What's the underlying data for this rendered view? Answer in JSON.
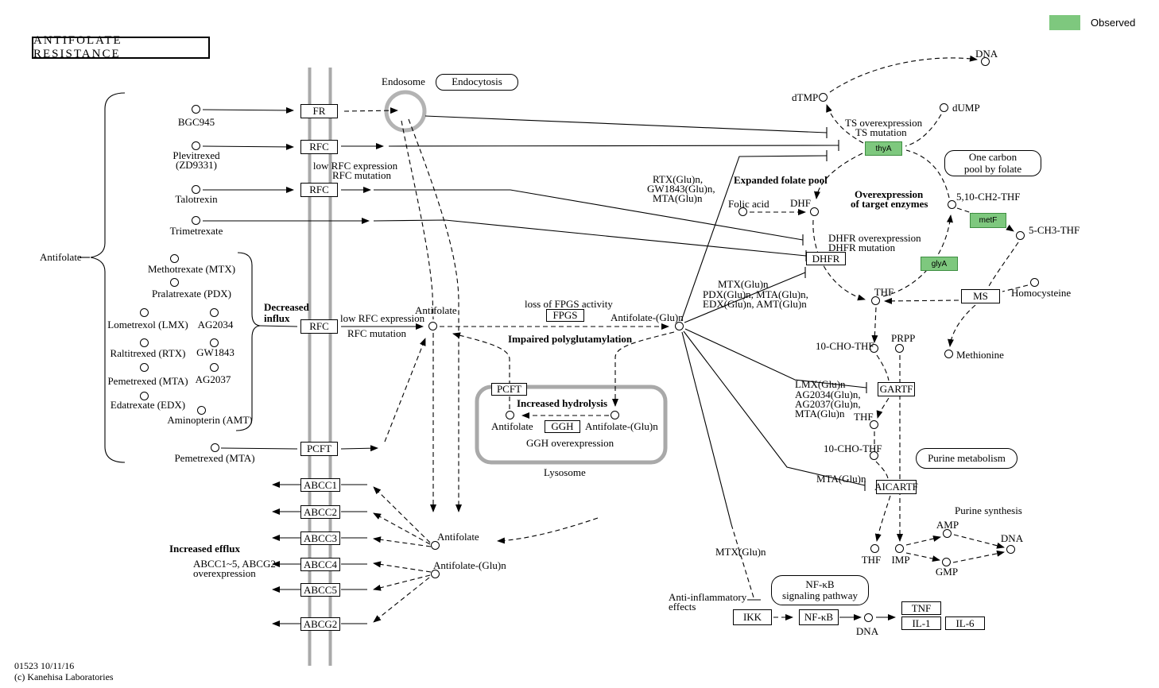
{
  "title": "ANTIFOLATE RESISTANCE",
  "legend": {
    "observed": "Observed"
  },
  "footer": {
    "line1": "01523 10/11/16",
    "line2": "(c) Kanehisa Laboratories"
  },
  "colors": {
    "observed_green": "#7ec87e",
    "membrane_gray": "#a9a9a9"
  },
  "pathways": {
    "endocytosis": "Endocytosis",
    "one_carbon_1": "One carbon",
    "one_carbon_2": "pool by folate",
    "purine_metabolism": "Purine metabolism",
    "nfkb_1": "NF-κB",
    "nfkb_2": "signaling pathway"
  },
  "genes": {
    "fr": "FR",
    "rfc": "RFC",
    "pcft": "PCFT",
    "abcc1": "ABCC1",
    "abcc2": "ABCC2",
    "abcc3": "ABCC3",
    "abcc4": "ABCC4",
    "abcc5": "ABCC5",
    "abcg2": "ABCG2",
    "fpgs": "FPGS",
    "ggh": "GGH",
    "dhfr": "DHFR",
    "gartf": "GARTF",
    "aicartf": "AICARTF",
    "ms": "MS",
    "thya": "thyA",
    "metf": "metF",
    "glya": "glyA",
    "ikk": "IKK",
    "nfkb": "NF-κB",
    "tnf": "TNF",
    "il1": "IL-1",
    "il6": "IL-6"
  },
  "drugs": {
    "bgc945": "BGC945",
    "plevitrexed_1": "Plevitrexed",
    "plevitrexed_2": "(ZD9331)",
    "talotrexin": "Talotrexin",
    "trimetrexate": "Trimetrexate",
    "antifolate_class": "Antifolate",
    "methotrexate": "Methotrexate (MTX)",
    "pralatrexate": "Pralatrexate (PDX)",
    "lometrexol": "Lometrexol (LMX)",
    "ag2034": "AG2034",
    "raltitrexed": "Raltitrexed (RTX)",
    "gw1843": "GW1843",
    "pemetrexed": "Pemetrexed (MTA)",
    "ag2037": "AG2037",
    "edatrexate": "Edatrexate (EDX)",
    "aminopterin": "Aminopterin (AMT)"
  },
  "compounds": {
    "antifolate": "Antifolate",
    "antifolate_glun": "Antifolate-(Glu)n",
    "folic_acid": "Folic acid",
    "dhf": "DHF",
    "thf": "THF",
    "dtmp": "dTMP",
    "dump": "dUMP",
    "dna": "DNA",
    "ch2_thf": "5,10-CH2-THF",
    "ch3_thf": "5-CH3-THF",
    "homocysteine": "Homocysteine",
    "methionine": "Methionine",
    "cho_thf": "10-CHO-THF",
    "prpp": "PRPP",
    "amp": "AMP",
    "gmp": "GMP",
    "imp": "IMP"
  },
  "annotations": {
    "endosome": "Endosome",
    "lysosome": "Lysosome",
    "decreased_influx": "Decreased influx",
    "increased_efflux": "Increased efflux",
    "low_rfc_expression": "low RFC expression",
    "rfc_mutation": "RFC mutation",
    "abcc_overexpression_1": "ABCC1~5, ABCG2",
    "abcc_overexpression_2": "overexpression",
    "loss_fpgs": "loss of FPGS activity",
    "impaired_polyglutamylation": "Impaired polyglutamylation",
    "increased_hydrolysis": "Increased hydrolysis",
    "ggh_overexpression": "GGH overexpression",
    "expanded_folate_pool": "Expanded folate pool",
    "overexpression_1": "Overexpression",
    "overexpression_2": "of target enzymes",
    "ts_overexpression": "TS overexpression",
    "ts_mutation": "TS mutation",
    "dhfr_overexpression": "DHFR overexpression",
    "dhfr_mutation": "DHFR mutation",
    "rtx_glun": "RTX(Glu)n,",
    "gw1843_glun": "GW1843(Glu)n,",
    "mta_glun": "MTA(Glu)n",
    "mtx_glun": "MTX(Glu)n",
    "pdx_mta_glun": "PDX(Glu)n, MTA(Glu)n,",
    "edx_amt_glun": "EDX(Glu)n, AMT(Glu)n",
    "lmx_glun": "LMX(Glu)n",
    "ag2034_glun": "AG2034(Glu)n,",
    "ag2037_glun": "AG2037(Glu)n,",
    "purine_synthesis": "Purine synthesis",
    "anti_inflammatory_1": "Anti-inflammatory",
    "anti_inflammatory_2": "effects"
  }
}
